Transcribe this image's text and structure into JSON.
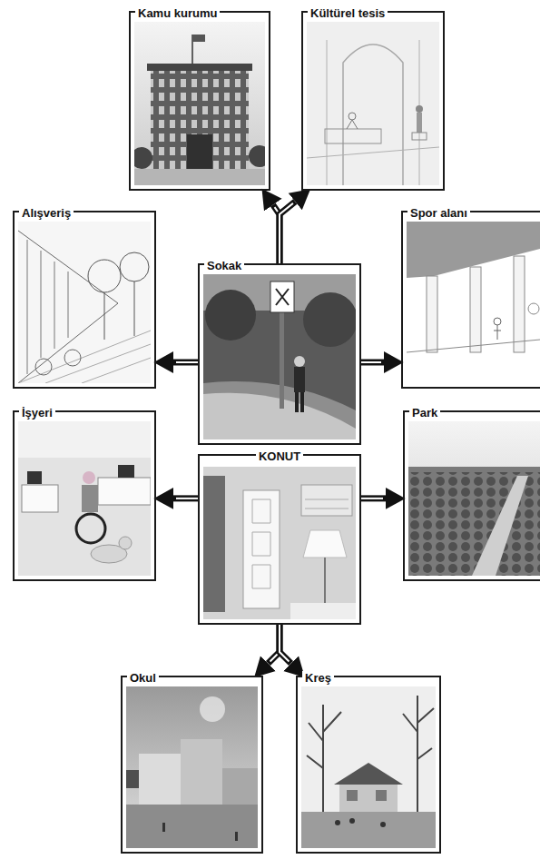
{
  "diagram": {
    "nodes": [
      {
        "text": [
          "Kamu kurumu"
        ]
      },
      {
        "text": [
          "Kültürel tesis"
        ]
      },
      {
        "text": [
          "Alışveriş"
        ]
      },
      {
        "text": [
          "Sokak"
        ]
      },
      {
        "text": [
          "Spor alanı"
        ]
      },
      {
        "text": [
          "İşyeri"
        ]
      },
      {
        "text": [
          "KONUT"
        ]
      },
      {
        "text": [
          "Park"
        ]
      },
      {
        "text": [
          "Okul"
        ]
      },
      {
        "text": [
          "Kreş"
        ]
      }
    ],
    "edges": [
      {
        "from": 3,
        "to": 0,
        "arrow": "to"
      },
      {
        "from": 3,
        "to": 1,
        "arrow": "to"
      },
      {
        "from": 3,
        "to": 2,
        "arrow": "to"
      },
      {
        "from": 3,
        "to": 4,
        "arrow": "to"
      },
      {
        "from": 6,
        "to": 5,
        "arrow": "to"
      },
      {
        "from": 6,
        "to": 7,
        "arrow": "to"
      },
      {
        "from": 6,
        "to": 8,
        "arrow": "to"
      },
      {
        "from": 6,
        "to": 9,
        "arrow": "to"
      }
    ]
  }
}
